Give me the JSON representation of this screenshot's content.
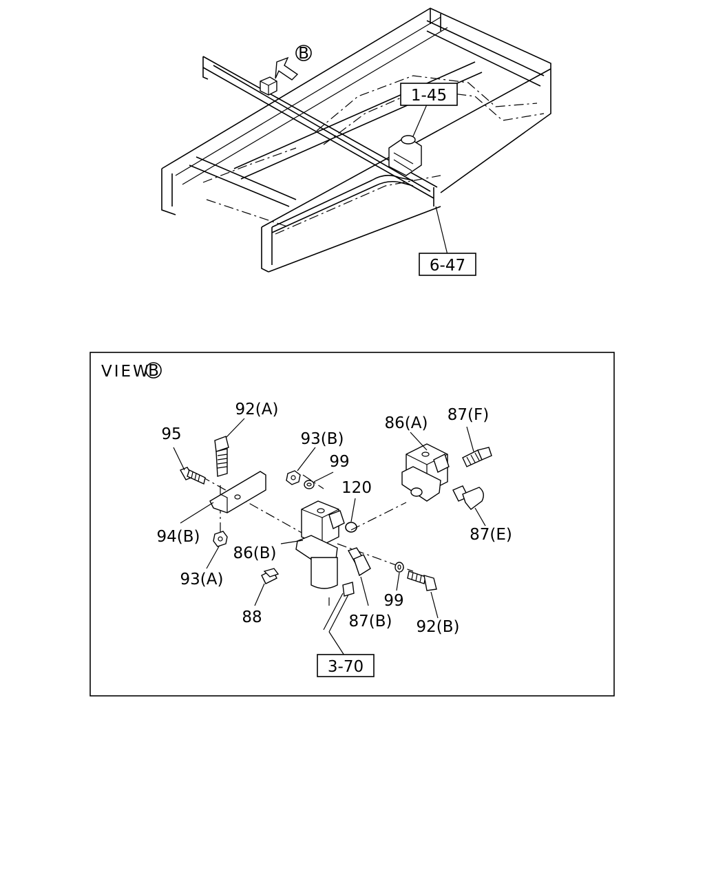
{
  "top": {
    "callout_B": "B",
    "ref_1": "1-45",
    "ref_2": "6-47"
  },
  "view": {
    "title": "VIEW",
    "title_circle": "B"
  },
  "labels": {
    "p95": "95",
    "p92A": "92(A)",
    "p93B": "93(B)",
    "p99a": "99",
    "p120": "120",
    "p86A": "86(A)",
    "p87F": "87(F)",
    "p87E": "87(E)",
    "p94B": "94(B)",
    "p93A": "93(A)",
    "p86B": "86(B)",
    "p88": "88",
    "p87B": "87(B)",
    "p99b": "99",
    "p92B": "92(B)",
    "ref_3": "3-70"
  }
}
